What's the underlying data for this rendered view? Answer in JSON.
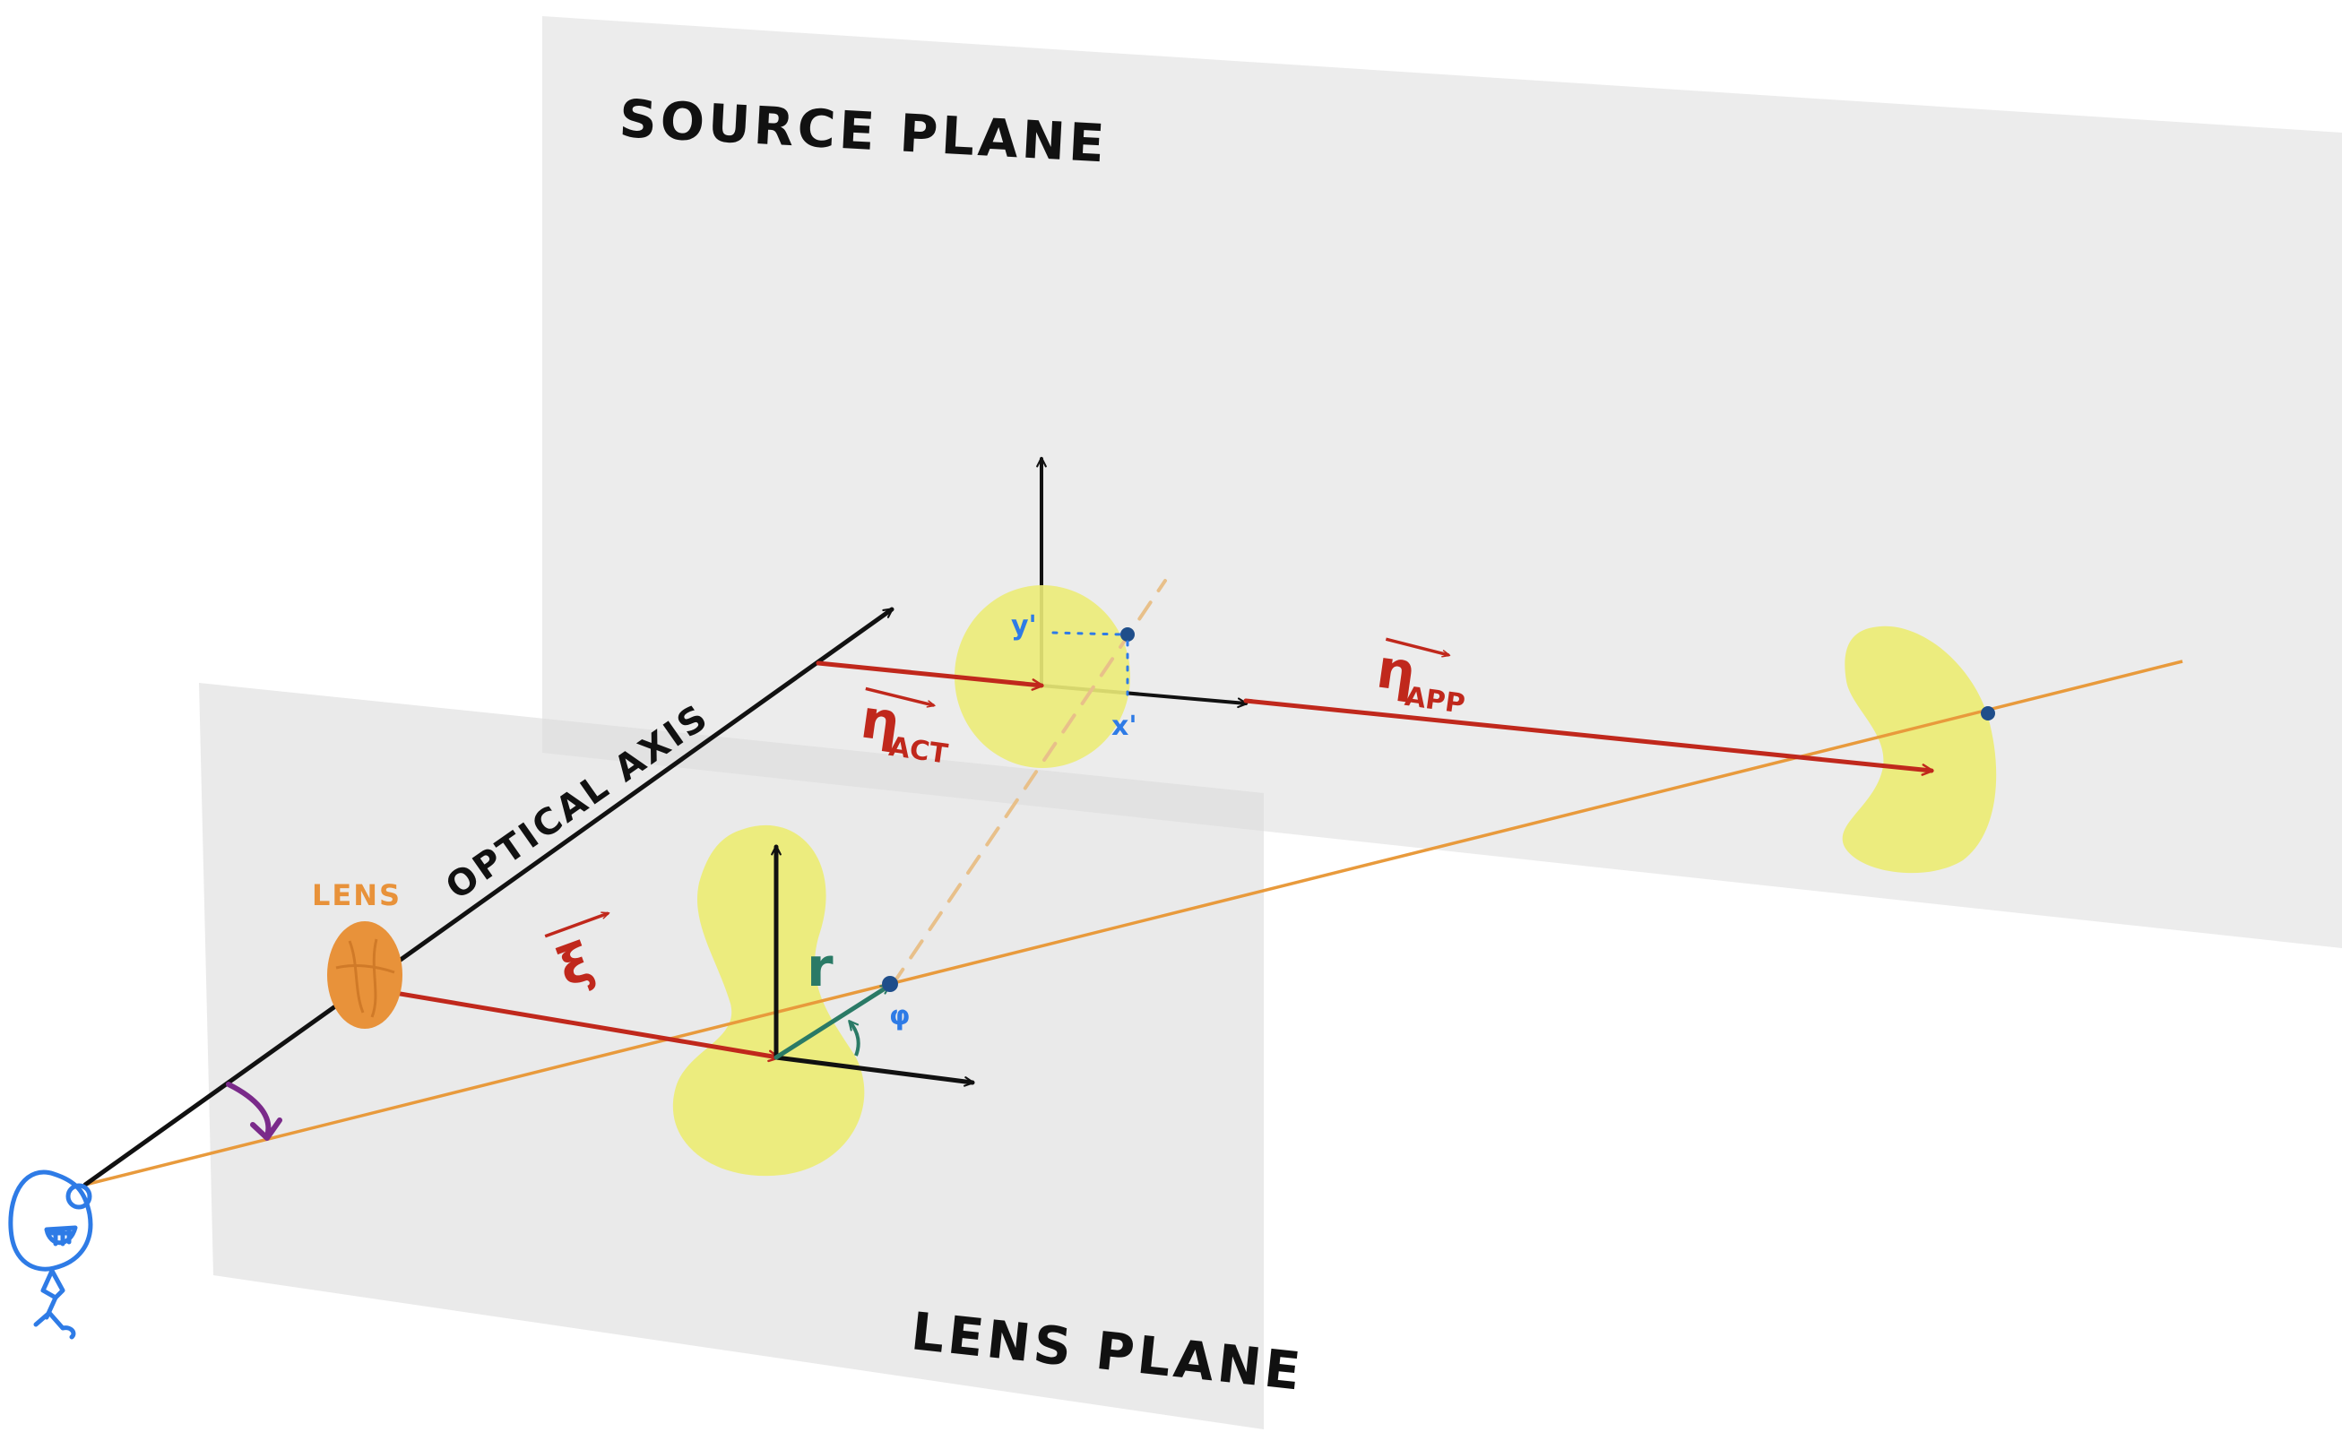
{
  "labels": {
    "source_plane": "SOURCE PLANE",
    "lens_plane": "LENS PLANE",
    "optical_axis": "OPTICAL AXIS",
    "lens": "LENS",
    "xi": "ξ",
    "eta": "η",
    "eta_act_sub": "ACT",
    "eta_app_sub": "APP",
    "r": "r",
    "phi": "φ",
    "x_prime": "x'",
    "y_prime": "y'"
  },
  "colors": {
    "plane_fill": "#e6e6e6",
    "vector_red": "#c0281c",
    "ray_orange": "#e89a3c",
    "lens_orange": "#e8923a",
    "blob_yellow": "#ecec7a",
    "observer_blue": "#2e7be6",
    "coord_blue": "#2e7be6",
    "r_teal": "#2a7a66",
    "angle_purple": "#7a2a8a",
    "axis_black": "#111111"
  },
  "icons": {
    "observer": "observer-figure-icon",
    "lens": "lens-icon"
  }
}
